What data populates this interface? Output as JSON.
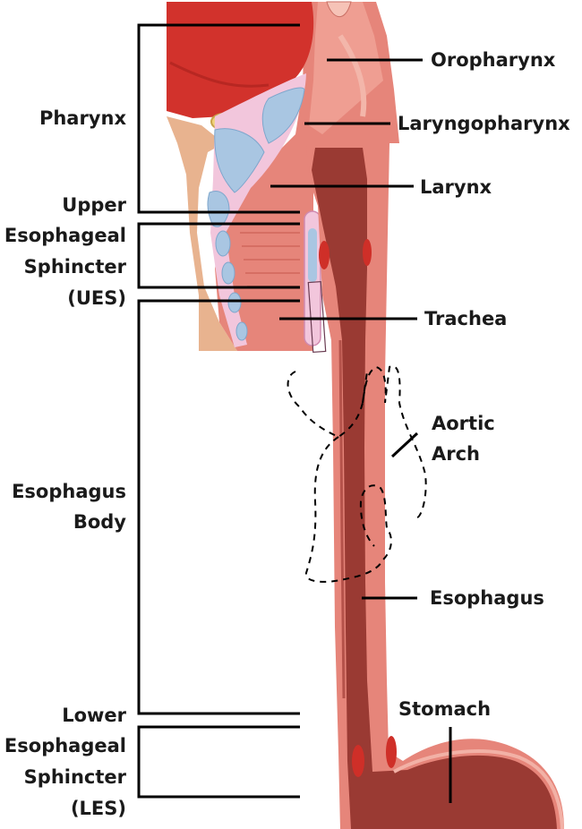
{
  "colors": {
    "muscle_red": "#d2322c",
    "tissue_pink": "#e6857a",
    "tissue_light": "#ef9e92",
    "esophagus_dark": "#9a3a33",
    "cartilage_blue": "#a9c6e2",
    "skin_tan": "#e8b38f",
    "membrane_pink": "#f2c6dc"
  },
  "left_labels": {
    "pharynx": "Pharynx",
    "ues": [
      "Upper",
      "Esophageal",
      "Sphincter",
      "(UES)"
    ],
    "body": [
      "Esophagus",
      "Body"
    ],
    "les": [
      "Lower",
      "Esophageal",
      "Sphincter",
      "(LES)"
    ]
  },
  "right_labels": {
    "oropharynx": "Oropharynx",
    "laryngopharynx": "Laryngopharynx",
    "larynx": "Larynx",
    "trachea": "Trachea",
    "aortic_arch": [
      "Aortic",
      "Arch"
    ],
    "esophagus": "Esophagus",
    "stomach": "Stomach"
  }
}
